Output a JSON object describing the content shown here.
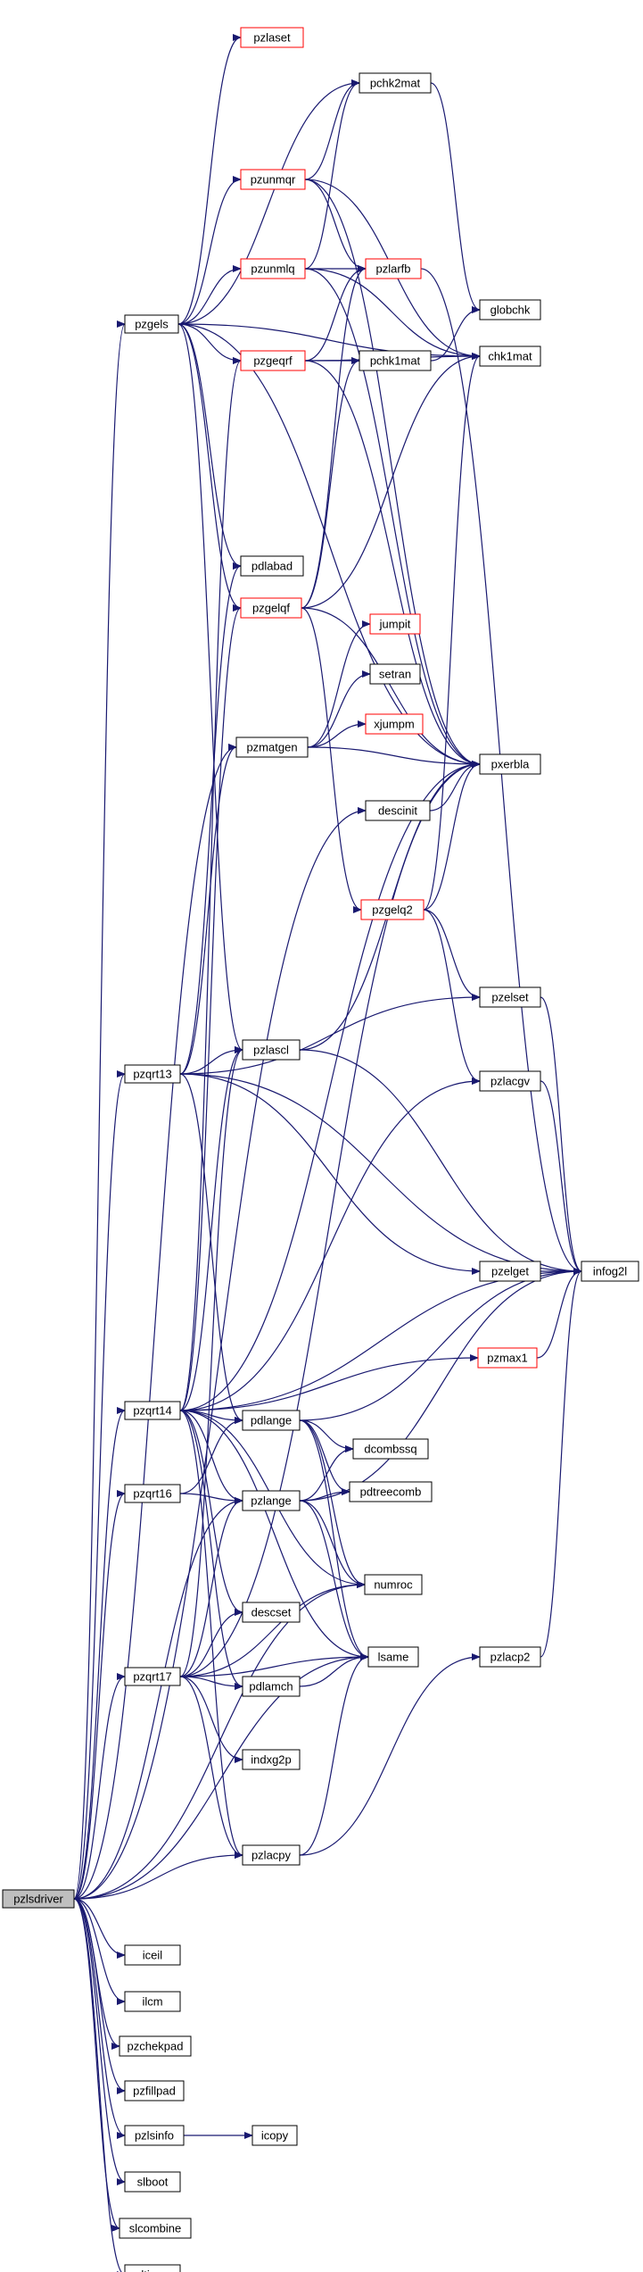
{
  "graph": {
    "root": "pzlsdriver",
    "colors": {
      "edge": "#191970",
      "node_border": "#000000",
      "truncated_border": "#ff0000",
      "root_fill": "#bfbfbf"
    },
    "nodes": [
      {
        "id": "pzlsdriver",
        "label": "pzlsdriver"
      },
      {
        "id": "pzgels",
        "label": "pzgels"
      },
      {
        "id": "pzqrt13",
        "label": "pzqrt13"
      },
      {
        "id": "pzqrt14",
        "label": "pzqrt14"
      },
      {
        "id": "pzqrt16",
        "label": "pzqrt16"
      },
      {
        "id": "pzqrt17",
        "label": "pzqrt17"
      },
      {
        "id": "pzlaset",
        "label": "pzlaset",
        "truncated": true
      },
      {
        "id": "pzunmqr",
        "label": "pzunmqr",
        "truncated": true
      },
      {
        "id": "pzunmlq",
        "label": "pzunmlq",
        "truncated": true
      },
      {
        "id": "pzgeqrf",
        "label": "pzgeqrf",
        "truncated": true
      },
      {
        "id": "pdlabad",
        "label": "pdlabad"
      },
      {
        "id": "pzgelqf",
        "label": "pzgelqf",
        "truncated": true
      },
      {
        "id": "pzmatgen",
        "label": "pzmatgen"
      },
      {
        "id": "pzlascl",
        "label": "pzlascl"
      },
      {
        "id": "pdlange",
        "label": "pdlange"
      },
      {
        "id": "pzlange",
        "label": "pzlange"
      },
      {
        "id": "descset",
        "label": "descset"
      },
      {
        "id": "pdlamch",
        "label": "pdlamch"
      },
      {
        "id": "indxg2p",
        "label": "indxg2p"
      },
      {
        "id": "pzlacpy",
        "label": "pzlacpy"
      },
      {
        "id": "iceil",
        "label": "iceil"
      },
      {
        "id": "ilcm",
        "label": "ilcm"
      },
      {
        "id": "pzchekpad",
        "label": "pzchekpad"
      },
      {
        "id": "pzfillpad",
        "label": "pzfillpad"
      },
      {
        "id": "pzlsinfo",
        "label": "pzlsinfo"
      },
      {
        "id": "slboot",
        "label": "slboot"
      },
      {
        "id": "slcombine",
        "label": "slcombine"
      },
      {
        "id": "sltimer",
        "label": "sltimer"
      },
      {
        "id": "pchk2mat",
        "label": "pchk2mat"
      },
      {
        "id": "pzlarfb",
        "label": "pzlarfb",
        "truncated": true
      },
      {
        "id": "pchk1mat",
        "label": "pchk1mat"
      },
      {
        "id": "jumpit",
        "label": "jumpit",
        "truncated": true
      },
      {
        "id": "setran",
        "label": "setran"
      },
      {
        "id": "xjumpm",
        "label": "xjumpm",
        "truncated": true
      },
      {
        "id": "descinit",
        "label": "descinit"
      },
      {
        "id": "pzgelq2",
        "label": "pzgelq2",
        "truncated": true
      },
      {
        "id": "pzmax1",
        "label": "pzmax1",
        "truncated": true
      },
      {
        "id": "dcombssq",
        "label": "dcombssq"
      },
      {
        "id": "pdtreecomb",
        "label": "pdtreecomb"
      },
      {
        "id": "numroc",
        "label": "numroc"
      },
      {
        "id": "lsame",
        "label": "lsame"
      },
      {
        "id": "icopy",
        "label": "icopy"
      },
      {
        "id": "globchk",
        "label": "globchk"
      },
      {
        "id": "chk1mat",
        "label": "chk1mat"
      },
      {
        "id": "pxerbla",
        "label": "pxerbla"
      },
      {
        "id": "pzelset",
        "label": "pzelset"
      },
      {
        "id": "pzlacgv",
        "label": "pzlacgv"
      },
      {
        "id": "pzelget",
        "label": "pzelget"
      },
      {
        "id": "infog2l",
        "label": "infog2l"
      },
      {
        "id": "pzlacp2",
        "label": "pzlacp2"
      }
    ],
    "edges": [
      [
        "pzlsdriver",
        "pzgels"
      ],
      [
        "pzlsdriver",
        "pzqrt13"
      ],
      [
        "pzlsdriver",
        "pzqrt14"
      ],
      [
        "pzlsdriver",
        "pzqrt16"
      ],
      [
        "pzlsdriver",
        "pzqrt17"
      ],
      [
        "pzlsdriver",
        "pzmatgen"
      ],
      [
        "pzlsdriver",
        "descinit"
      ],
      [
        "pzlsdriver",
        "pzlange"
      ],
      [
        "pzlsdriver",
        "numroc"
      ],
      [
        "pzlsdriver",
        "lsame"
      ],
      [
        "pzlsdriver",
        "pzlacpy"
      ],
      [
        "pzlsdriver",
        "iceil"
      ],
      [
        "pzlsdriver",
        "ilcm"
      ],
      [
        "pzlsdriver",
        "pzchekpad"
      ],
      [
        "pzlsdriver",
        "pzfillpad"
      ],
      [
        "pzlsdriver",
        "pzlsinfo"
      ],
      [
        "pzlsdriver",
        "slboot"
      ],
      [
        "pzlsdriver",
        "slcombine"
      ],
      [
        "pzlsdriver",
        "sltimer"
      ],
      [
        "pzgels",
        "pzlaset"
      ],
      [
        "pzgels",
        "pchk2mat"
      ],
      [
        "pzgels",
        "pzunmqr"
      ],
      [
        "pzgels",
        "pzunmlq"
      ],
      [
        "pzgels",
        "pzgeqrf"
      ],
      [
        "pzgels",
        "pdlabad"
      ],
      [
        "pzgels",
        "pzgelqf"
      ],
      [
        "pzgels",
        "pzlascl"
      ],
      [
        "pzgels",
        "pxerbla"
      ],
      [
        "pzgels",
        "chk1mat"
      ],
      [
        "pzunmqr",
        "pchk2mat"
      ],
      [
        "pzunmqr",
        "pzlarfb"
      ],
      [
        "pzunmqr",
        "chk1mat"
      ],
      [
        "pzunmqr",
        "pxerbla"
      ],
      [
        "pzunmlq",
        "pzlarfb"
      ],
      [
        "pzunmlq",
        "pchk2mat"
      ],
      [
        "pzunmlq",
        "chk1mat"
      ],
      [
        "pzunmlq",
        "pxerbla"
      ],
      [
        "pzlarfb",
        "infog2l"
      ],
      [
        "pchk2mat",
        "globchk"
      ],
      [
        "pzgeqrf",
        "pchk1mat"
      ],
      [
        "pzgeqrf",
        "pzlarfb"
      ],
      [
        "pzgeqrf",
        "pxerbla"
      ],
      [
        "pzgeqrf",
        "chk1mat"
      ],
      [
        "pzgelqf",
        "pzlarfb"
      ],
      [
        "pzgelqf",
        "pchk1mat"
      ],
      [
        "pzgelqf",
        "chk1mat"
      ],
      [
        "pzgelqf",
        "pzgelq2"
      ],
      [
        "pzgelqf",
        "pxerbla"
      ],
      [
        "pchk1mat",
        "globchk"
      ],
      [
        "pzmatgen",
        "jumpit"
      ],
      [
        "pzmatgen",
        "setran"
      ],
      [
        "pzmatgen",
        "xjumpm"
      ],
      [
        "pzmatgen",
        "pxerbla"
      ],
      [
        "descinit",
        "pxerbla"
      ],
      [
        "pzgelq2",
        "pzelset"
      ],
      [
        "pzgelq2",
        "pzlacgv"
      ],
      [
        "pzgelq2",
        "pxerbla"
      ],
      [
        "pzgelq2",
        "chk1mat"
      ],
      [
        "pzqrt13",
        "pzlascl"
      ],
      [
        "pzqrt13",
        "pzelset"
      ],
      [
        "pzqrt13",
        "pzelget"
      ],
      [
        "pzqrt13",
        "pdlabad"
      ],
      [
        "pzqrt13",
        "pzmatgen"
      ],
      [
        "pzqrt13",
        "pdlange"
      ],
      [
        "pzqrt13",
        "infog2l"
      ],
      [
        "pzlascl",
        "pxerbla"
      ],
      [
        "pzlascl",
        "infog2l"
      ],
      [
        "pzqrt14",
        "pzgeqrf"
      ],
      [
        "pzqrt14",
        "pzgelqf"
      ],
      [
        "pzqrt14",
        "pzlascl"
      ],
      [
        "pzqrt14",
        "pzlacgv"
      ],
      [
        "pzqrt14",
        "pzmax1"
      ],
      [
        "pzqrt14",
        "pdlange"
      ],
      [
        "pzqrt14",
        "pzlange"
      ],
      [
        "pzqrt14",
        "descset"
      ],
      [
        "pzqrt14",
        "pdlamch"
      ],
      [
        "pzqrt14",
        "pzlacpy"
      ],
      [
        "pzqrt14",
        "numroc"
      ],
      [
        "pzqrt14",
        "infog2l"
      ],
      [
        "pzqrt14",
        "pxerbla"
      ],
      [
        "pzqrt14",
        "lsame"
      ],
      [
        "pzmax1",
        "infog2l"
      ],
      [
        "pzelset",
        "infog2l"
      ],
      [
        "pzlacgv",
        "infog2l"
      ],
      [
        "pzelget",
        "infog2l"
      ],
      [
        "pzlacp2",
        "infog2l"
      ],
      [
        "pdlange",
        "dcombssq"
      ],
      [
        "pdlange",
        "pdtreecomb"
      ],
      [
        "pdlange",
        "numroc"
      ],
      [
        "pdlange",
        "lsame"
      ],
      [
        "pdlange",
        "infog2l"
      ],
      [
        "pzlange",
        "dcombssq"
      ],
      [
        "pzlange",
        "pdtreecomb"
      ],
      [
        "pzlange",
        "numroc"
      ],
      [
        "pzlange",
        "lsame"
      ],
      [
        "pzlange",
        "infog2l"
      ],
      [
        "pzqrt16",
        "pdlange"
      ],
      [
        "pzqrt16",
        "pzlange"
      ],
      [
        "pzqrt17",
        "pzlange"
      ],
      [
        "pzqrt17",
        "descset"
      ],
      [
        "pzqrt17",
        "pdlamch"
      ],
      [
        "pzqrt17",
        "indxg2p"
      ],
      [
        "pzqrt17",
        "pzlacpy"
      ],
      [
        "pzqrt17",
        "numroc"
      ],
      [
        "pzqrt17",
        "lsame"
      ],
      [
        "pzqrt17",
        "pzlascl"
      ],
      [
        "pzqrt17",
        "pxerbla"
      ],
      [
        "pdlamch",
        "lsame"
      ],
      [
        "pzlacpy",
        "pzlacp2"
      ],
      [
        "pzlacpy",
        "lsame"
      ],
      [
        "pzlsinfo",
        "icopy"
      ]
    ]
  }
}
